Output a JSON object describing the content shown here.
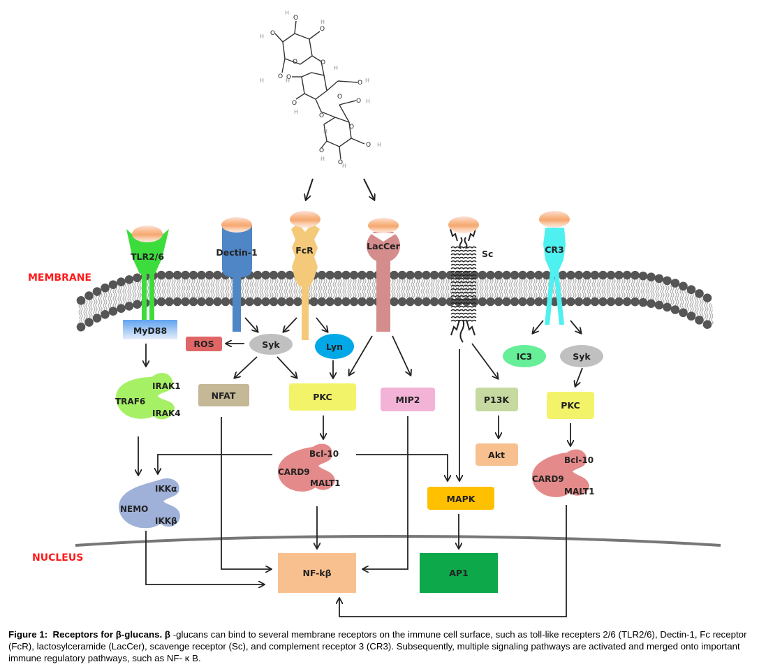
{
  "figure": {
    "region_labels": {
      "membrane": "MEMBRANE",
      "nucleus": "NUCLEUS"
    },
    "ligand": {
      "name": "beta-glucan trisaccharide",
      "atom_o": "O",
      "atom_h": "H"
    },
    "receptors": [
      {
        "id": "tlr",
        "label": "TLR2/6",
        "color": "#3ddc3d"
      },
      {
        "id": "dectin",
        "label": "Dectin-1",
        "color": "#4f86c6"
      },
      {
        "id": "fcr",
        "label": "FcR",
        "color": "#f5c97a"
      },
      {
        "id": "laccer",
        "label": "LacCer",
        "color": "#d48c8c"
      },
      {
        "id": "sc",
        "label": "Sc",
        "color": "#222222"
      },
      {
        "id": "cr3",
        "label": "CR3",
        "color": "#4ff0f0"
      }
    ],
    "nodes": {
      "myd88": "MyD88",
      "ros": "ROS",
      "syk": "Syk",
      "lyn": "Lyn",
      "traf6": "TRAF6",
      "irak1": "IRAK1",
      "irak4": "IRAK4",
      "nfat": "NFAT",
      "pkc": "PKC",
      "mip2": "MIP2",
      "p13k": "P13K",
      "akt": "Akt",
      "ic3": "IC3",
      "syk2": "Syk",
      "pkc2": "PKC",
      "bcl10": "Bcl-10",
      "card9": "CARD9",
      "malt1": "MALT1",
      "bcl10_2": "Bcl-10",
      "card9_2": "CARD9",
      "malt1_2": "MALT1",
      "nemo": "NEMO",
      "ikka": "IKKα",
      "ikkb": "IKKβ",
      "mapk": "MAPK",
      "nfkb": "NF-kβ",
      "ap1": "AP1"
    },
    "colors": {
      "ros": "#e06666",
      "syk": "#c0c0c0",
      "lyn": "#00a8e8",
      "nfat": "#c4b896",
      "pkc": "#f3f36a",
      "mip2": "#f2b3d6",
      "p13k": "#c5d9a0",
      "akt": "#f9c08f",
      "ic3": "#66ee99",
      "card9": "#e58a8a",
      "nemo": "#9fb1d8",
      "traf6": "#a6f065",
      "mapk": "#ffc000",
      "nfkb": "#f9c08f",
      "ap1": "#0ca84a",
      "membrane_head": "#555555",
      "region_label": "#ff1a1a"
    }
  },
  "caption": {
    "figure_no": "Figure 1:",
    "title": "Receptors for β-glucans. β",
    "body": " -glucans can bind to several membrane receptors on the immune cell surface, such as toll-like recepters 2/6 (TLR2/6), Dectin-1, Fc receptor (FcR), lactosylceramide (LacCer), scavenge receptor (Sc), and complement receptor 3 (CR3). Subsequently, multiple signaling pathways are activated and merged onto important immune regulatory pathways, such as NF- κ B."
  }
}
